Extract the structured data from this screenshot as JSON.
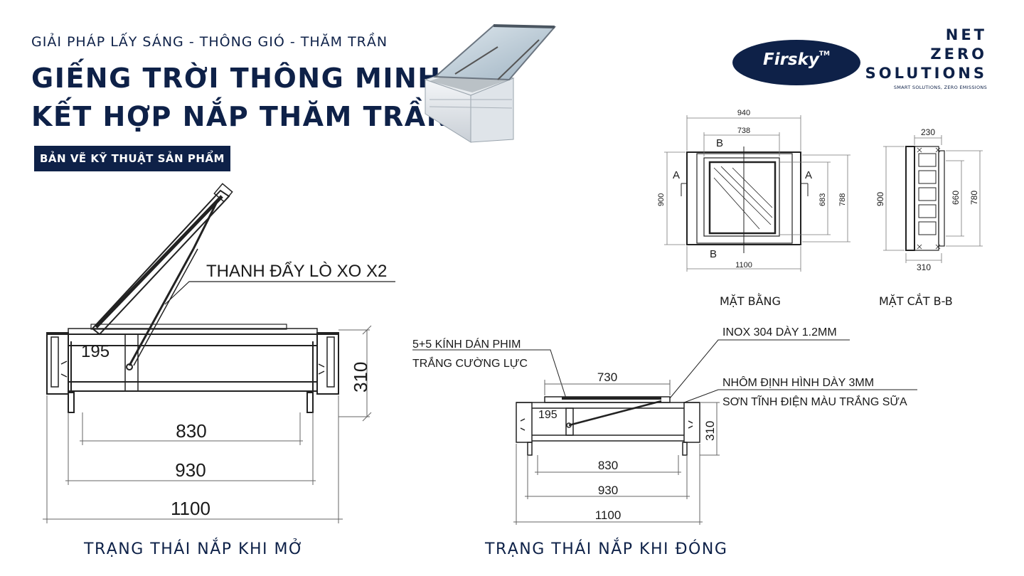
{
  "header": {
    "subtitle": "GIẢI PHÁP LẤY SÁNG - THÔNG GIÓ - THĂM TRẦN",
    "title_line1": "GIẾNG TRỜI THÔNG MINH",
    "title_line2": "KẾT HỢP NẮP THĂM TRẦN",
    "badge": "BẢN VẼ KỸ THUẬT SẢN PHẨM"
  },
  "brand": {
    "logo_text": "Firsky",
    "logo_tm": "TM",
    "nz_line1": "NET",
    "nz_line2": "ZERO",
    "nz_line3": "SOLUTIONS",
    "nz_tagline": "SMART SOLUTIONS, ZERO EMISSIONS",
    "navy": "#0e2148"
  },
  "open_view": {
    "label_spring": "THANH ĐẨY LÒ XO X2",
    "dim_195": "195",
    "dim_310": "310",
    "dim_830": "830",
    "dim_930": "930",
    "dim_1100": "1100",
    "caption": "TRẠNG THÁI NẮP KHI MỞ"
  },
  "closed_view": {
    "label_glass_1": "5+5 KÍNH DÁN PHIM",
    "label_glass_2": "TRẮNG CƯỜNG LỰC",
    "label_inox": "INOX 304 DÀY 1.2MM",
    "label_alu_1": "NHÔM ĐỊNH HÌNH DÀY 3MM",
    "label_alu_2": "SƠN TĨNH ĐIỆN MÀU TRẮNG SỮA",
    "dim_730": "730",
    "dim_195": "195",
    "dim_310": "310",
    "dim_830": "830",
    "dim_930": "930",
    "dim_1100": "1100",
    "caption": "TRẠNG THÁI NẮP KHI ĐÓNG"
  },
  "plan_view": {
    "dim_940": "940",
    "dim_738": "738",
    "dim_900": "900",
    "dim_683": "683",
    "dim_788": "788",
    "dim_1100": "1100",
    "mark_a": "A",
    "mark_b": "B",
    "caption": "MẶT BẰNG"
  },
  "section_view": {
    "dim_230": "230",
    "dim_900": "900",
    "dim_660": "660",
    "dim_780": "780",
    "dim_310": "310",
    "caption": "MẶT CẮT B-B"
  }
}
